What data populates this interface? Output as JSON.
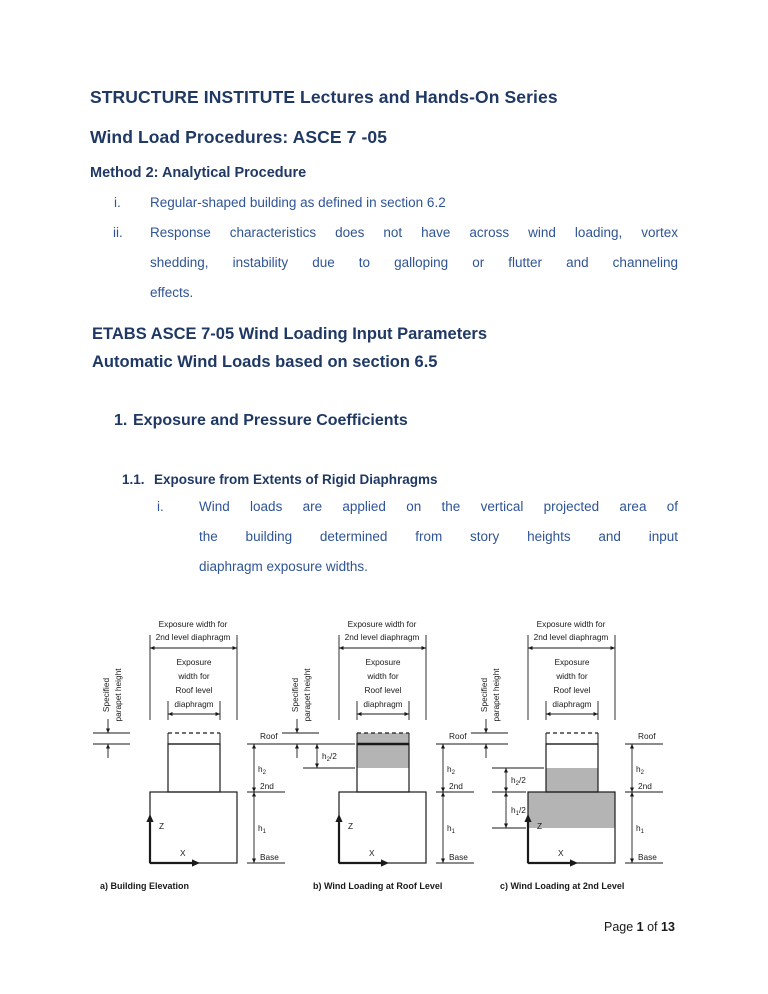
{
  "document": {
    "title_line1": "STRUCTURE INSTITUTE Lectures and Hands-On Series",
    "title_line2": "Wind Load Procedures: ASCE 7 -05",
    "method_heading": "Method 2: Analytical Procedure",
    "method_items": [
      {
        "marker": "i.",
        "lines": [
          "Regular-shaped building as defined in section 6.2"
        ]
      },
      {
        "marker": "ii.",
        "lines": [
          "Response characteristics does not have across wind loading, vortex",
          "shedding, instability due to galloping or flutter and channeling",
          "effects."
        ]
      }
    ],
    "etabs_heading1": "ETABS ASCE 7-05 Wind Loading Input Parameters",
    "etabs_heading2": "Automatic Wind Loads based on section 6.5",
    "section1": {
      "number": "1.",
      "title": "Exposure and Pressure Coefficients"
    },
    "section11": {
      "number": "1.1.",
      "title": "Exposure from Extents of Rigid Diaphragms"
    },
    "section11_item": {
      "marker": "i.",
      "lines": [
        "Wind loads are applied on the vertical projected area of",
        "the building determined from story heights and input",
        "diaphragm exposure widths."
      ]
    },
    "footer": {
      "prefix": "Page ",
      "page": "1",
      "middle": " of ",
      "total": "13"
    }
  },
  "figure": {
    "colors": {
      "line": "#1a1a1a",
      "shade": "#b4b4b4",
      "text": "#1a1a1a"
    },
    "shared_labels": {
      "top_dim": [
        "Exposure width for",
        "2nd level diaphragm"
      ],
      "inner_dim": [
        "Exposure",
        "width for",
        "Roof level",
        "diaphragm"
      ],
      "parapet": [
        "Specified",
        "parapet height"
      ],
      "axis_z": "Z",
      "axis_x": "X",
      "levels": [
        "Roof",
        {
          "base": "h",
          "sub": "2"
        },
        "2nd",
        {
          "base": "h",
          "sub": "1"
        },
        "Base"
      ]
    },
    "panels": [
      {
        "id": "a",
        "caption": "a) Building Elevation",
        "shading": "none",
        "half_dims": []
      },
      {
        "id": "b",
        "caption": "b) Wind Loading at Roof Level",
        "shading": "roof",
        "half_dims": [
          {
            "base": "h",
            "sub": "2",
            "suffix": "/2",
            "from": "roof",
            "to": "h2mid"
          }
        ]
      },
      {
        "id": "c",
        "caption": "c)  Wind Loading at 2nd Level",
        "shading": "second",
        "half_dims": [
          {
            "base": "h",
            "sub": "2",
            "suffix": "/2",
            "from": "h2mid",
            "to": "second"
          },
          {
            "base": "h",
            "sub": "1",
            "suffix": "/2",
            "from": "second",
            "to": "h1mid"
          }
        ]
      }
    ]
  }
}
